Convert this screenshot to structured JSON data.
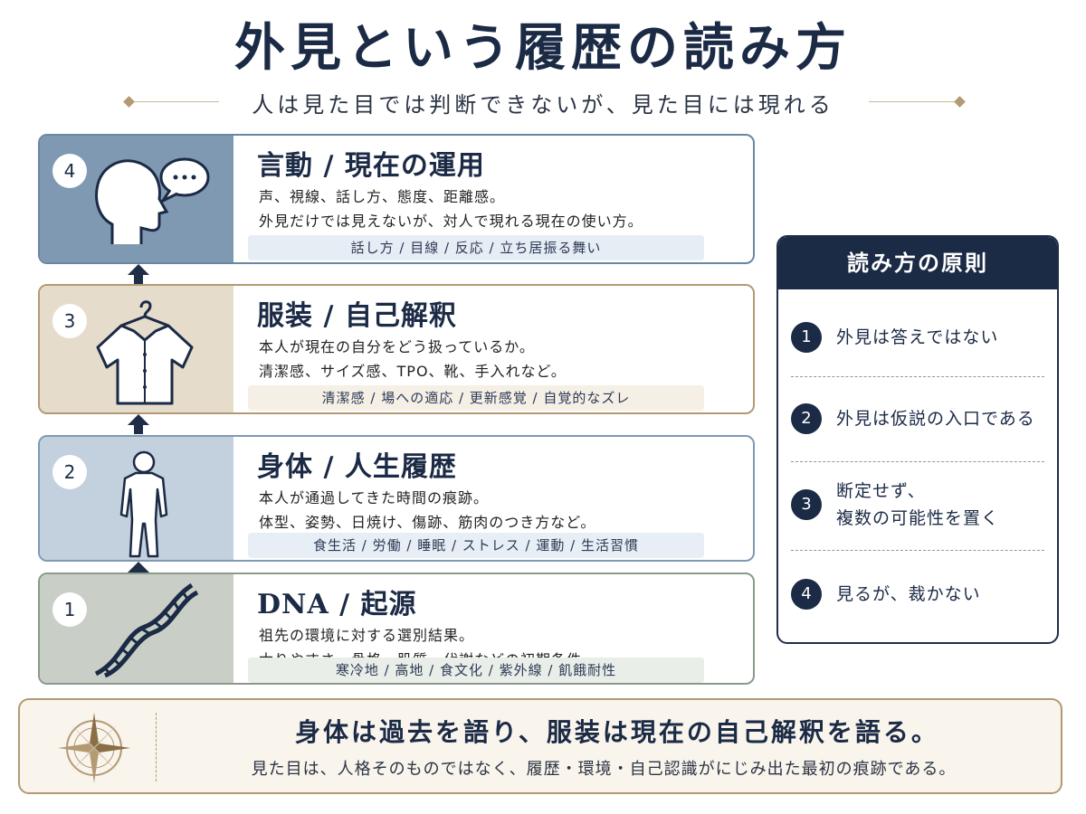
{
  "title": "外見という履歴の読み方",
  "subtitle": "人は見た目では判断できないが、見た目には現れる",
  "layers": [
    {
      "number": "4",
      "icon": "head-speech-icon",
      "title": "言動 / 現在の運用",
      "desc1": "声、視線、話し方、態度、距離感。",
      "desc2": "外見だけでは見えないが、対人で現れる現在の使い方。",
      "tags": "話し方 / 目線 / 反応 / 立ち居振る舞い"
    },
    {
      "number": "3",
      "icon": "shirt-hanger-icon",
      "title": "服装 / 自己解釈",
      "desc1": "本人が現在の自分をどう扱っているか。",
      "desc2": "清潔感、サイズ感、TPO、靴、手入れなど。",
      "tags": "清潔感 / 場への適応 / 更新感覚 / 自覚的なズレ"
    },
    {
      "number": "2",
      "icon": "body-silhouette-icon",
      "title": "身体 / 人生履歴",
      "desc1": "本人が通過してきた時間の痕跡。",
      "desc2": "体型、姿勢、日焼け、傷跡、筋肉のつき方など。",
      "tags": "食生活 / 労働 / 睡眠 / ストレス / 運動 / 生活習慣"
    },
    {
      "number": "1",
      "icon": "dna-icon",
      "title": "DNA / 起源",
      "desc1": "祖先の環境に対する選別結果。",
      "desc2": "太りやすさ、骨格、肌質、代謝などの初期条件。",
      "tags": "寒冷地 / 高地 / 食文化 / 紫外線 / 飢餓耐性"
    }
  ],
  "principles": {
    "heading": "読み方の原則",
    "items": [
      {
        "number": "1",
        "line1": "外見は答えではない",
        "line2": ""
      },
      {
        "number": "2",
        "line1": "外見は仮説の入口である",
        "line2": ""
      },
      {
        "number": "3",
        "line1": "断定せず、",
        "line2": "複数の可能性を置く"
      },
      {
        "number": "4",
        "line1": "見るが、裁かない",
        "line2": ""
      }
    ]
  },
  "bottom": {
    "icon": "compass-icon",
    "main": "身体は過去を語り、服装は現在の自己解釈を語る。",
    "sub": "見た目は、人格そのものではなく、履歴・環境・自己認識がにじみ出た最初の痕跡である。"
  },
  "colors": {
    "navy": "#1b2a45",
    "beige": "#b39a73",
    "slate": "#7f99b3",
    "sage": "#8a9a8a"
  }
}
